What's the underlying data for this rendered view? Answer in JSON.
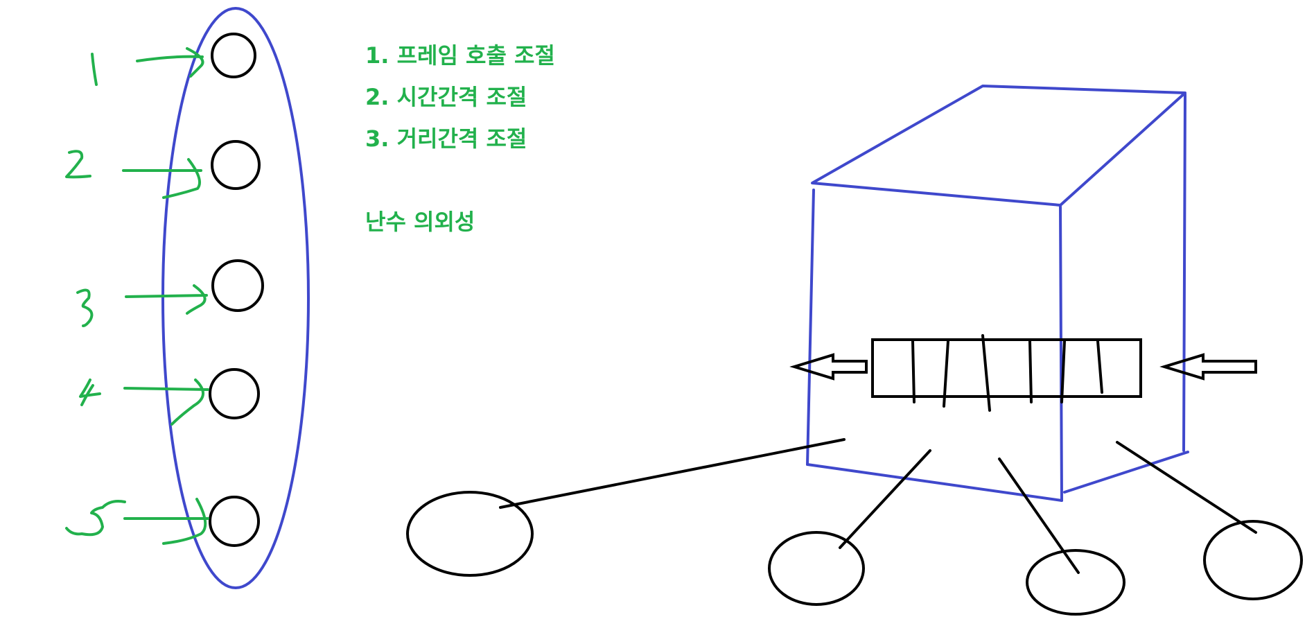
{
  "colors": {
    "green": "#22b14c",
    "blue": "#3f48cc",
    "black": "#000000",
    "background": "#ffffff"
  },
  "notes": {
    "items": [
      "1. 프레임 호출 조절",
      "2. 시간간격 조절",
      "3. 거리간격 조절"
    ],
    "extra": "난수 의외성"
  },
  "sequence_labels": [
    "1",
    "2",
    "3",
    "4",
    "5"
  ]
}
